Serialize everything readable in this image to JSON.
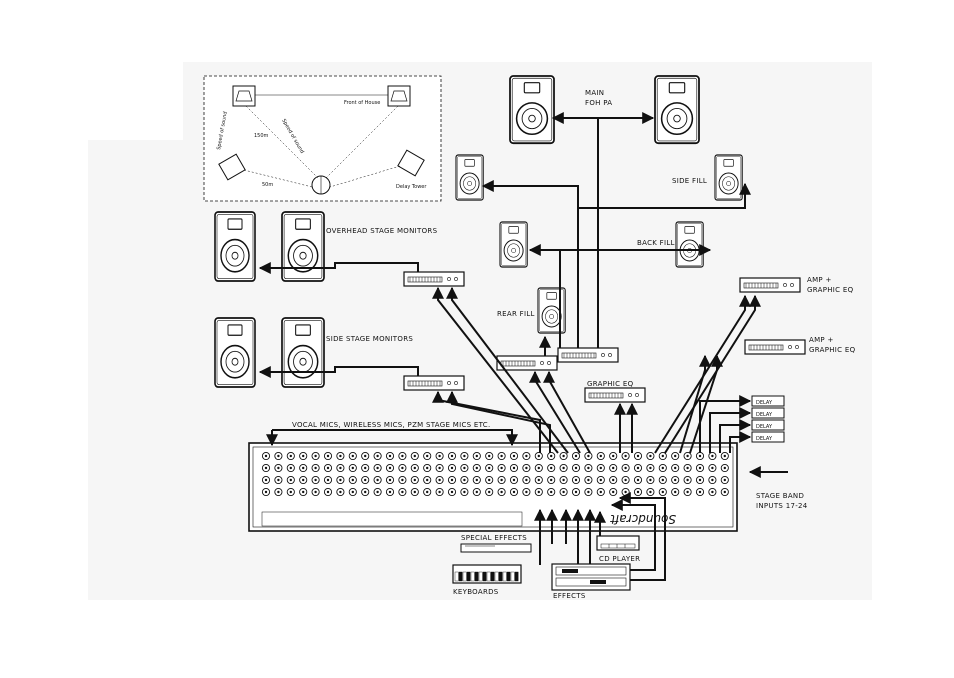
{
  "venue_inset": {
    "front_of_house": "Front of House",
    "distance_150m": "150m",
    "distance_50m": "50m",
    "delay_tower": "Delay Tower",
    "speed_of_sound_a": "Speed of sound",
    "speed_of_sound_b": "Speed of sound"
  },
  "labels": {
    "main_foh_pa_line1": "MAIN",
    "main_foh_pa_line2": "FOH PA",
    "side_fill": "SIDE FILL",
    "back_fill": "BACK FILL",
    "rear_fill": "REAR FILL",
    "overhead_stage_monitors": "OVERHEAD STAGE MONITORS",
    "side_stage_monitors": "SIDE STAGE MONITORS",
    "amp_graphic_eq_1_line1": "AMP +",
    "amp_graphic_eq_1_line2": "GRAPHIC EQ",
    "amp_graphic_eq_2_line1": "AMP +",
    "amp_graphic_eq_2_line2": "GRAPHIC EQ",
    "graphic_eq": "GRAPHIC EQ",
    "delay_1": "DELAY",
    "delay_2": "DELAY",
    "delay_3": "DELAY",
    "delay_4": "DELAY",
    "vocal_mics": "VOCAL MICS, WIRELESS MICS, PZM STAGE MICS ETC.",
    "stage_band_line1": "STAGE BAND",
    "stage_band_line2": "INPUTS 17-24",
    "special_effects": "SPECIAL EFFECTS",
    "cd_player": "CD PLAYER",
    "keyboards": "KEYBOARDS",
    "effects": "EFFECTS",
    "brand": "Soundcraft"
  },
  "colors": {
    "ink": "#111111",
    "background": "#ffffff",
    "panel": "#f6f6f6"
  }
}
